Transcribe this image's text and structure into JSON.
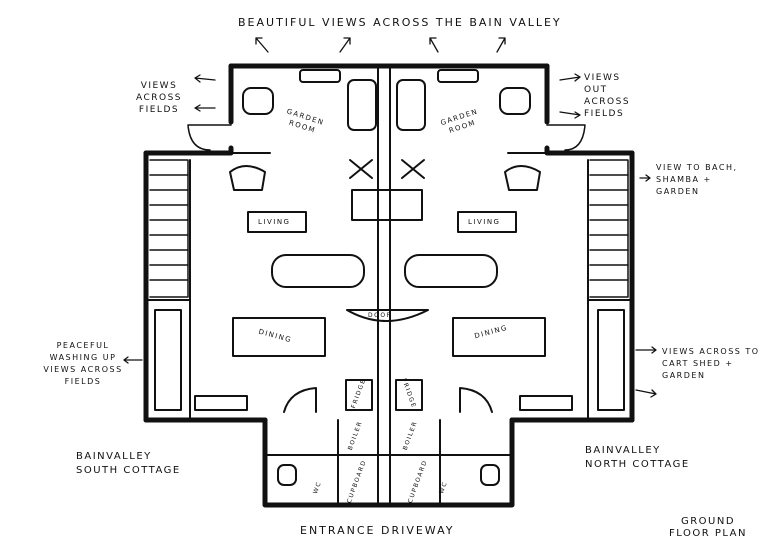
{
  "annotations": {
    "top_views": "BEAUTIFUL VIEWS ACROSS THE BAIN VALLEY",
    "left_views": "VIEWS ACROSS FIELDS",
    "right_views": "VIEWS OUT ACROSS FIELDS",
    "bach_view": "VIEW TO BACH, SHAMBA + GARDEN",
    "washing_up": "PEACEFUL WASHING UP VIEWS ACROSS FIELDS",
    "cart_shed": "VIEWS ACROSS TO CART SHED + GARDEN",
    "driveway": "ENTRANCE DRIVEWAY",
    "plan_title": "GROUND FLOOR PLAN"
  },
  "cottages": {
    "south": "BAINVALLEY SOUTH COTTAGE",
    "north": "BAINVALLEY NORTH COTTAGE"
  },
  "rooms": {
    "garden_room": "GARDEN ROOM",
    "living": "LIVING",
    "dining": "DINING",
    "door": "DOOR",
    "fridge": "FRIDGE",
    "boiler": "BOILER",
    "cupboard": "CUPBOARD",
    "wc": "WC"
  }
}
